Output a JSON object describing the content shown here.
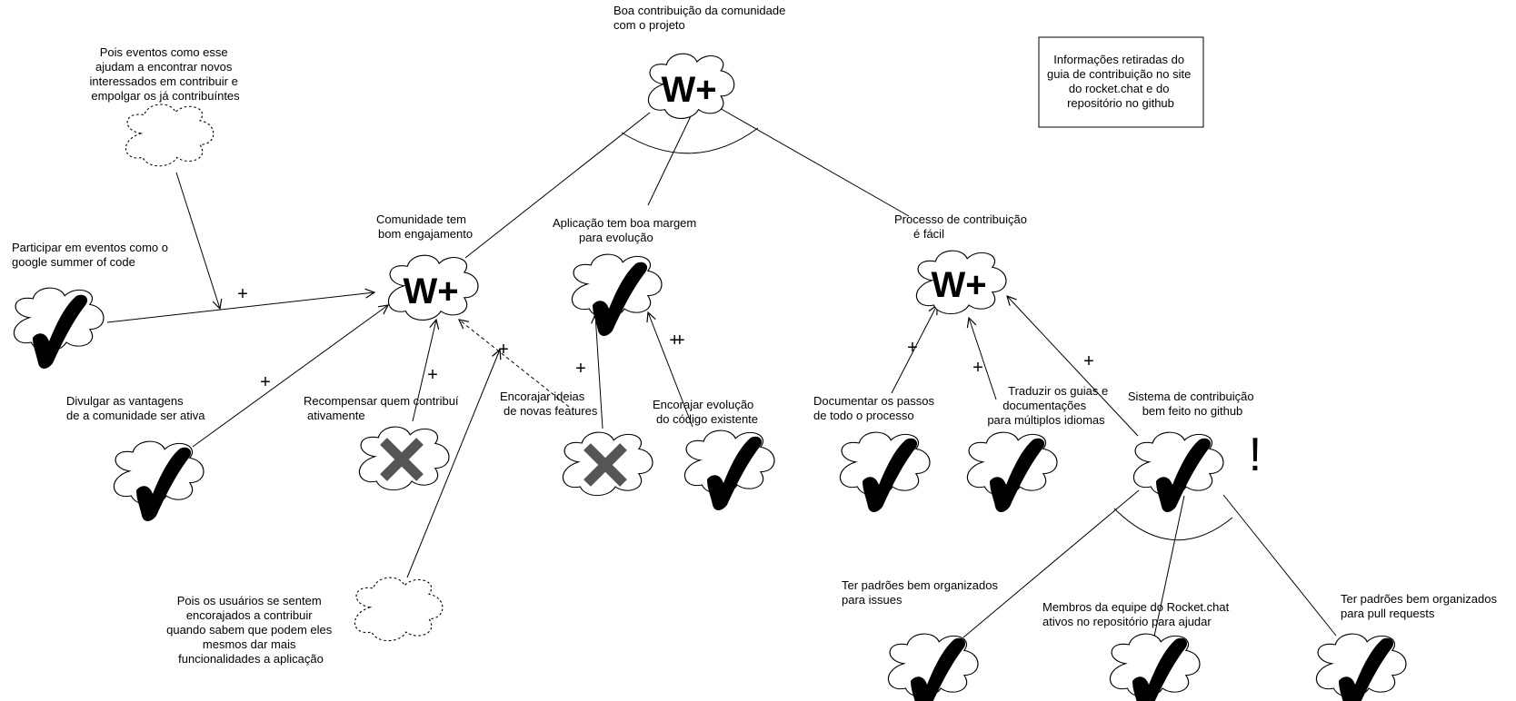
{
  "root": {
    "title": [
      "Boa contribuição da comunidade",
      "com o projeto"
    ],
    "symbol": "W+"
  },
  "note": [
    "Informações retiradas do",
    "guia de contribuição no site",
    "do rocket.chat e do",
    "repositório no github"
  ],
  "softgoals": {
    "comunidade": {
      "label": [
        "Comunidade tem",
        "bom engajamento"
      ],
      "symbol": "W+"
    },
    "aplicacao": {
      "label": [
        "Aplicação tem boa margem",
        "para evolução"
      ],
      "status": "satisficed"
    },
    "processo": {
      "label": [
        "Processo de contribuição",
        "é fácil"
      ],
      "symbol": "W+"
    }
  },
  "claims": {
    "eventos": [
      "Pois eventos como esse",
      "ajudam a encontrar novos",
      "interessados em contribuir e",
      "empolgar os já contribuíntes"
    ],
    "usuarios": [
      "Pois os usuários se sentem",
      "encorajados a contribuir",
      "quando sabem que podem eles",
      "mesmos dar mais",
      "funcionalidades a aplicação"
    ]
  },
  "operationalizations": {
    "gsoc": {
      "label": [
        "Participar em eventos como o",
        "google summer of code"
      ],
      "status": "satisficed"
    },
    "divulgar": {
      "label": [
        "Divulgar as vantagens",
        "de a comunidade ser ativa"
      ],
      "status": "satisficed"
    },
    "recompensar": {
      "label": [
        "Recompensar quem contribuí",
        "ativamente"
      ],
      "status": "denied"
    },
    "ideias": {
      "label": [
        "Encorajar ideias",
        "de novas features"
      ],
      "status": "denied"
    },
    "evolucao": {
      "label": [
        "Encorajar evolução",
        "do código existente"
      ],
      "status": "satisficed"
    },
    "documentar": {
      "label": [
        "Documentar os passos",
        "de todo o processo"
      ],
      "status": "satisficed"
    },
    "traduzir": {
      "label": [
        "Traduzir os guias e",
        "documentações",
        "para múltiplos idiomas"
      ],
      "status": "satisficed"
    },
    "sistema": {
      "label": [
        "Sistema de contribuição",
        "bem feito no github"
      ],
      "status": "satisficed",
      "priority": "!"
    },
    "issues": {
      "label": [
        "Ter padrões bem organizados",
        "para issues"
      ],
      "status": "satisficed"
    },
    "membros": {
      "label": [
        "Membros da equipe do Rocket.chat",
        "ativos no repositório para ajudar"
      ],
      "status": "satisficed"
    },
    "pulls": {
      "label": [
        "Ter padrões bem organizados",
        "para pull requests"
      ],
      "status": "satisficed"
    }
  },
  "contributions": {
    "gsoc_to_comunidade": "+",
    "divulgar_to_comunidade": "+",
    "recompensar_to_comunidade": "+",
    "claim_to_ideias_link": "+",
    "ideias_to_aplicacao": "+",
    "evolucao_to_aplicacao": "++",
    "documentar_to_processo": "+",
    "traduzir_to_processo": "+",
    "sistema_to_processo": "+"
  }
}
